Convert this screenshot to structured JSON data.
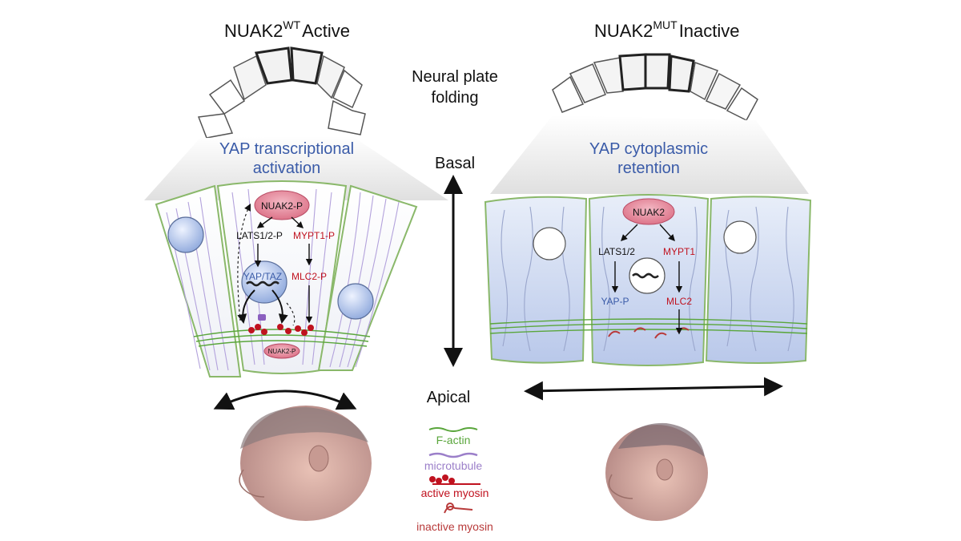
{
  "left_panel": {
    "title_main": "NUAK2",
    "title_sup": "WT",
    "title_state": "Active",
    "caption_line1": "YAP transcriptional",
    "caption_line2": "activation",
    "pathway": {
      "kinase": "NUAK2-P",
      "lats": "LATS1/2-P",
      "mypt": "MYPT1-P",
      "yap": "YAP/TAZ",
      "mlc": "MLC2-P",
      "apical_kinase": "NUAK2-P"
    }
  },
  "right_panel": {
    "title_main": "NUAK2",
    "title_sup": "MUT",
    "title_state": "Inactive",
    "caption_line1": "YAP cytoplasmic",
    "caption_line2": "retention",
    "pathway": {
      "kinase": "NUAK2",
      "lats": "LATS1/2",
      "mypt": "MYPT1",
      "yap": "YAP-P",
      "mlc": "MLC2"
    }
  },
  "center": {
    "process_line1": "Neural plate",
    "process_line2": "folding",
    "axis_top": "Basal",
    "axis_bottom": "Apical"
  },
  "legend": {
    "items": [
      {
        "label": "F-actin",
        "color": "#5aa63c"
      },
      {
        "label": "microtubule",
        "color": "#9b7fc9"
      },
      {
        "label": "active myosin",
        "color": "#c0121f"
      },
      {
        "label": "inactive myosin",
        "color": "#b83a3a"
      }
    ]
  },
  "colors": {
    "yap_blue": "#3a5ba8",
    "myosin_red": "#c0121f",
    "actin_green": "#5aa63c",
    "microtubule_purple": "#9b7fc9",
    "kinase_pink": "#d9687f"
  }
}
